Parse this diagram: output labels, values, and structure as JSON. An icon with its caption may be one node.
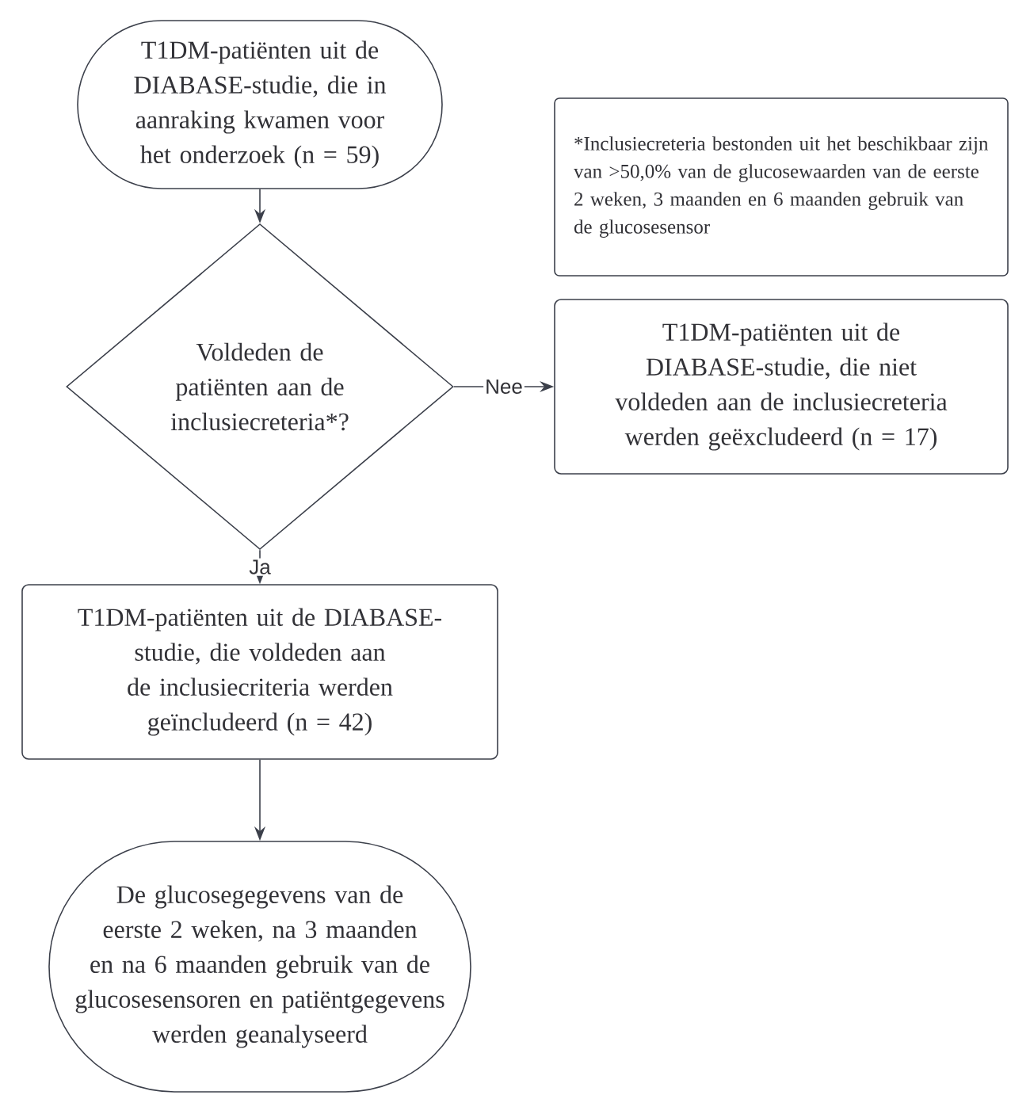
{
  "diagram": {
    "nodes": [
      {
        "text": [
          "T1DM-patiënten uit de DIABASE-studie, die in aanraking kwamen voor het onderzoek (n = 59)"
        ]
      },
      {
        "text": [
          "*Inclusiecreteria bestonden uit het beschikbaar zijn van >50,0% van de glucosewaarden van de eerste 2 weken, 3 maanden en 6 maanden gebruik van de glucosesensor"
        ]
      },
      {
        "text": [
          "Voldeden de patiënten aan de inclusiecreteria*?"
        ]
      },
      {
        "text": [
          "T1DM-patiënten uit de DIABASE-studie, die niet voldeden aan de inclusiecreteria werden geëxcludeerd (n = 17)"
        ]
      },
      {
        "text": [
          "T1DM-patiënten uit de DIABASE-studie, die voldeden aan de inclusiecriteria werden geïncludeerd (n = 42)"
        ]
      },
      {
        "text": [
          "De glucosegegevens van de eerste 2 weken, na 3 maanden en na 6 maanden gebruik van de glucosesensoren en patiëntgegevens werden geanalyseerd"
        ]
      }
    ],
    "edges": [
      {
        "from": 0,
        "to": 2,
        "arrow": "to"
      },
      {
        "from": 2,
        "to": 3,
        "arrow": "to",
        "label": "Nee"
      },
      {
        "from": 2,
        "to": 4,
        "arrow": "to",
        "label": "Ja"
      },
      {
        "from": 4,
        "to": 5,
        "arrow": "to"
      }
    ]
  }
}
